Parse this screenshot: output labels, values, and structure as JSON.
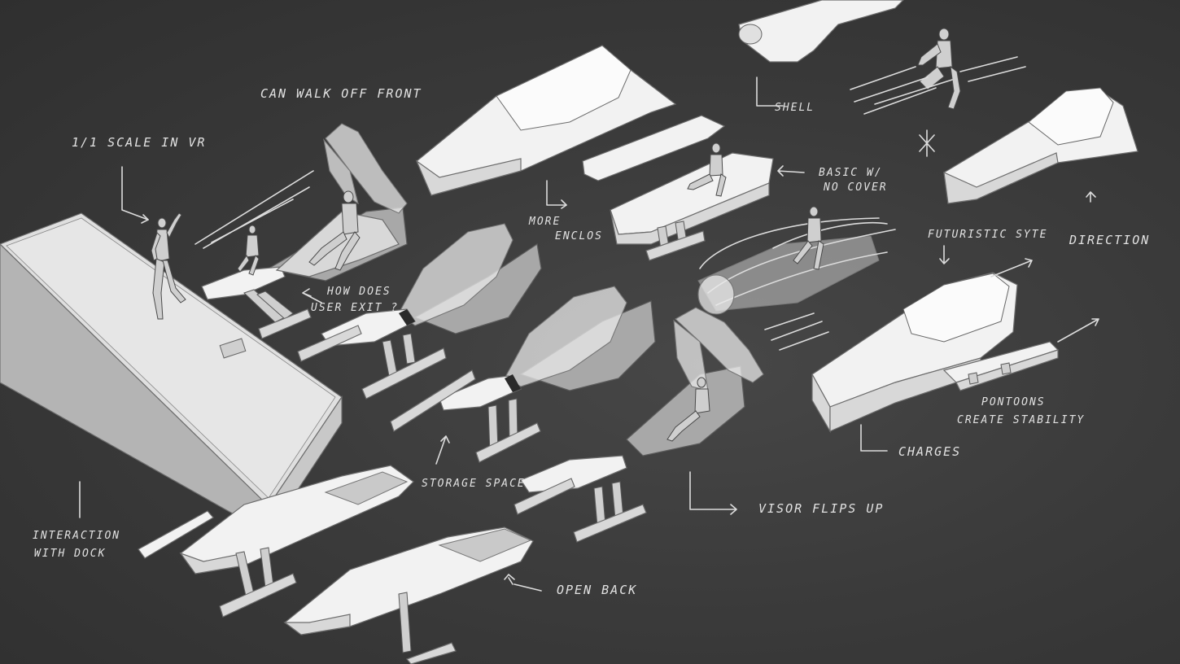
{
  "colors": {
    "background": "#3a3a3a",
    "ink": "#dcdcdc",
    "shell_light": "#f2f2f2",
    "shell_mid": "#d8d8d8",
    "shell_dark": "#a8a8a8"
  },
  "annotations": {
    "walk_off_front": "CAN WALK OFF FRONT",
    "scale_vr": "1/1 SCALE IN VR",
    "how_exit_line1": "HOW DOES",
    "how_exit_line2": "USER EXIT ?",
    "more_enclos_line1": "MORE",
    "more_enclos_line2": "ENCLOS",
    "shell": "SHELL",
    "basic_line1": "BASIC W/",
    "basic_line2": "NO COVER",
    "futuristic": "FUTURISTIC SYTE",
    "direction": "DIRECTION",
    "pontoons_line1": "PONTOONS",
    "pontoons_line2": "CREATE STABILITY",
    "charges": "CHARGES",
    "storage": "STORAGE SPACE",
    "visor": "VISOR FLIPS UP",
    "interaction_line1": "INTERACTION",
    "interaction_line2": "WITH DOCK",
    "open_back": "OPEN BACK"
  }
}
